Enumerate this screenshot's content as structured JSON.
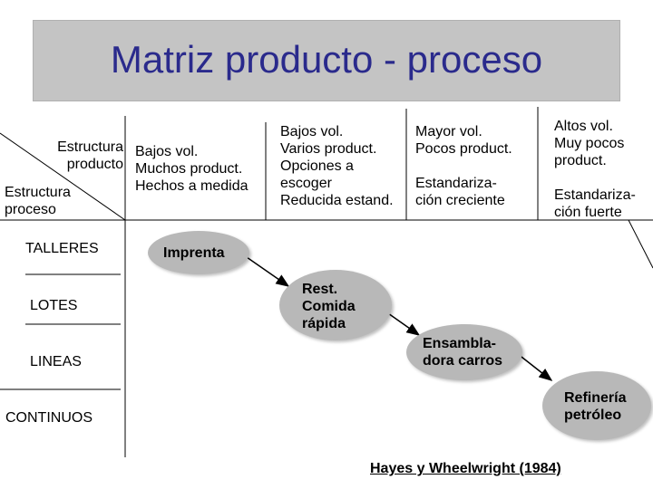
{
  "title": "Matriz producto - proceso",
  "corner": {
    "product_structure": "Estructura\nproducto",
    "process_structure": "Estructura\nproceso"
  },
  "columns": [
    "Bajos vol.\nMuchos product.\nHechos a medida",
    "Bajos vol.\nVarios product.\nOpciones a\nescoger\nReducida estand.",
    "Mayor vol.\nPocos product.\n\nEstandariza-\nción creciente",
    "Altos vol.\nMuy pocos\nproduct.\n\nEstandariza-\nción fuerte"
  ],
  "rows": [
    "TALLERES",
    "LOTES",
    "LINEAS",
    "CONTINUOS"
  ],
  "examples": [
    "Imprenta",
    "Rest.\nComida\nrápida",
    "Ensambla-\ndora carros",
    "Refinería\npetróleo"
  ],
  "reference": "Hayes y Wheelwright (1984)"
}
